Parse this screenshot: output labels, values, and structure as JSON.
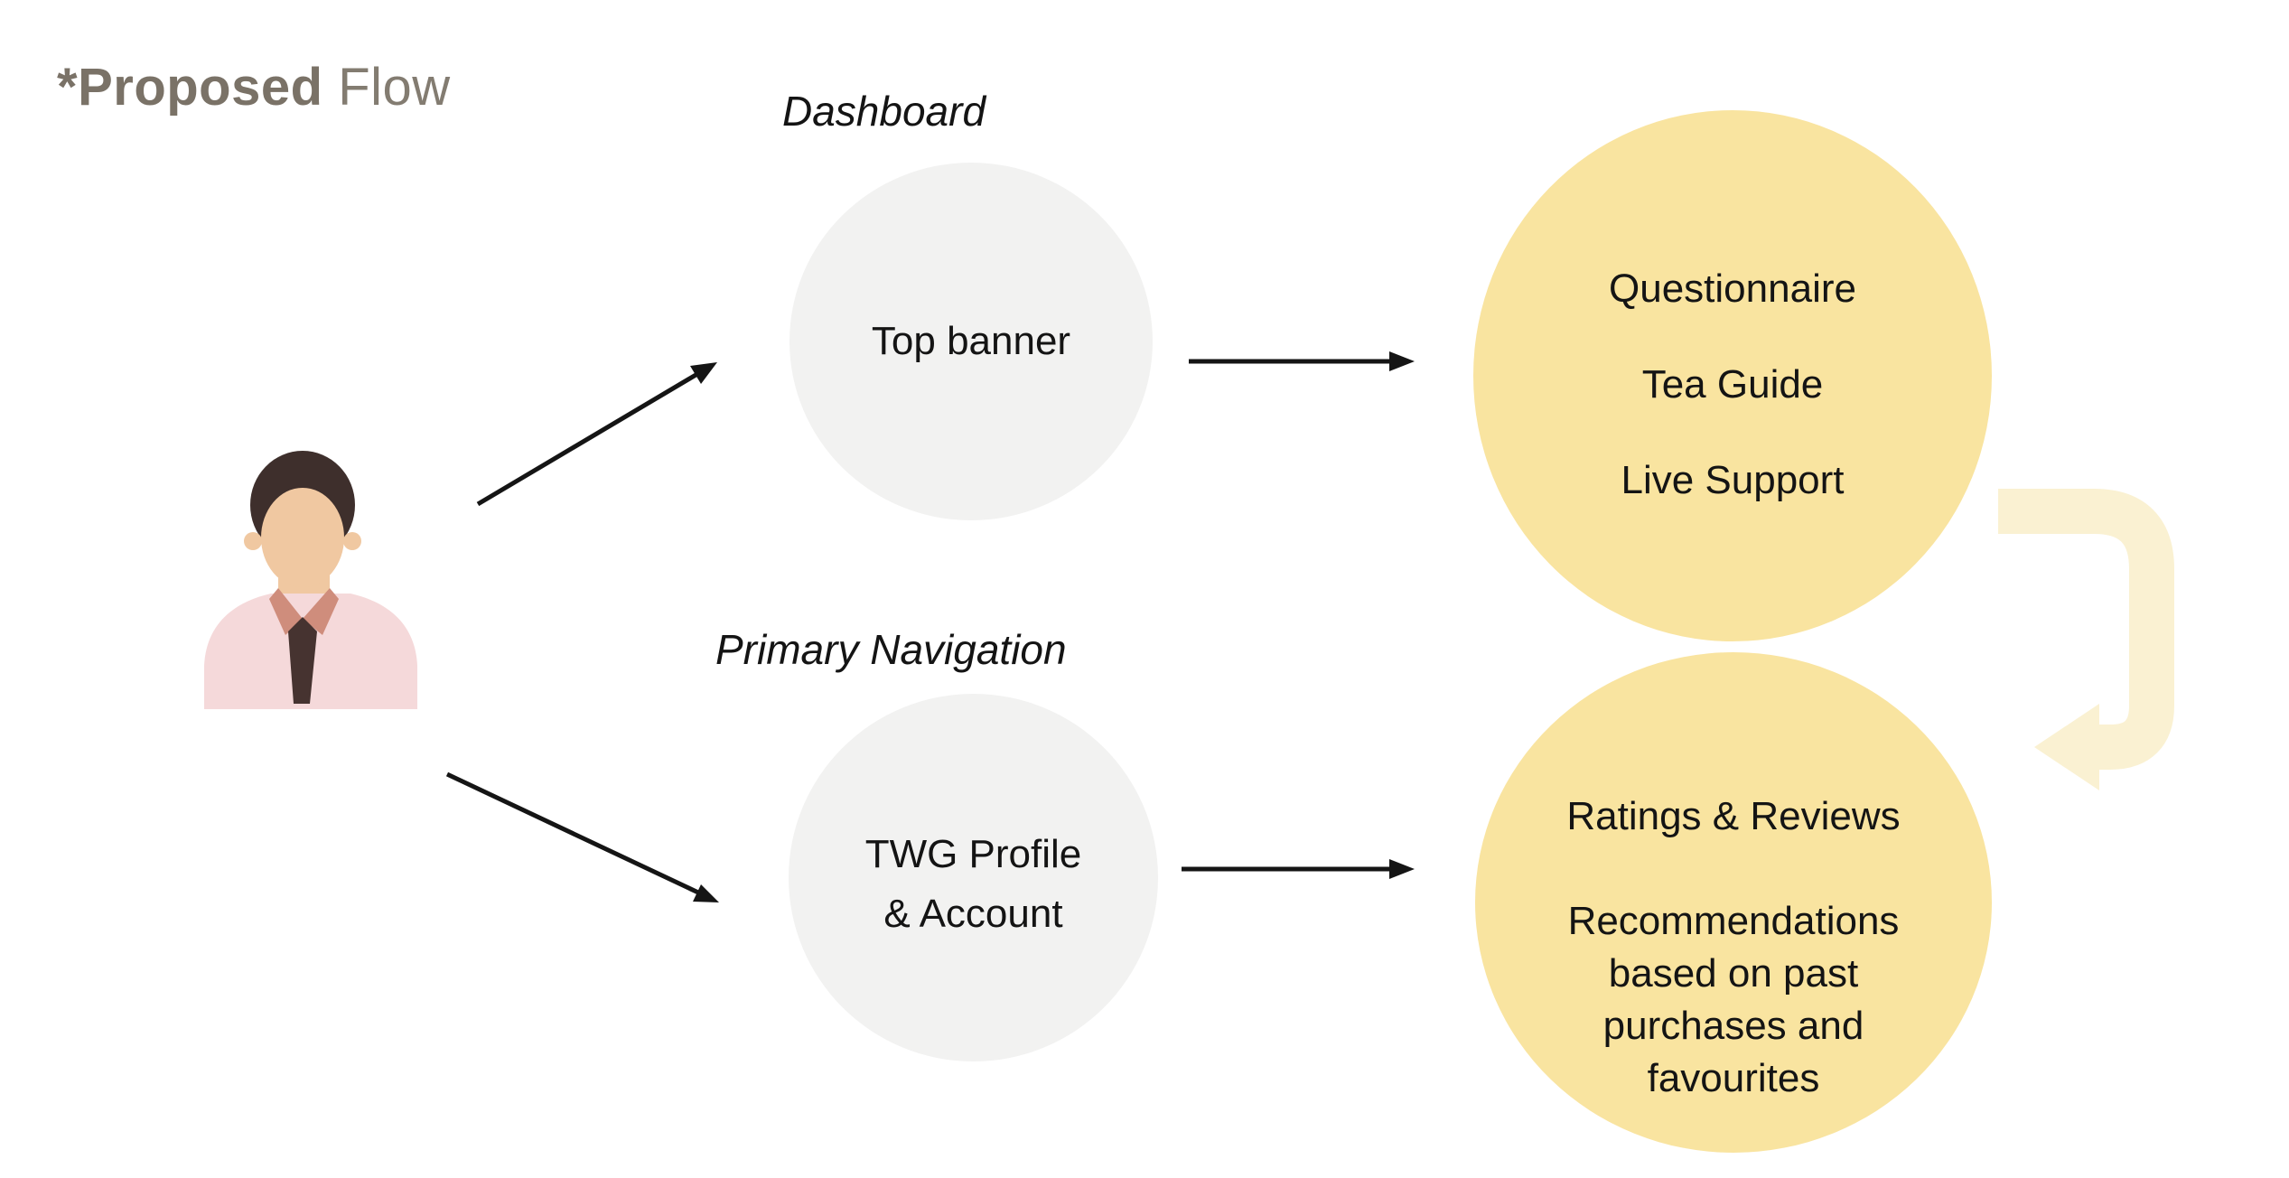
{
  "title": {
    "bold": "*Proposed",
    "regular": "Flow"
  },
  "actor": {
    "icon": "male-user-avatar"
  },
  "stages": {
    "dashboard": {
      "label": "Dashboard",
      "node": "Top banner",
      "features": [
        "Questionnaire",
        "Tea Guide",
        "Live Support"
      ]
    },
    "primary_navigation": {
      "label": "Primary Navigation",
      "node_lines": [
        "TWG Profile",
        "& Account"
      ],
      "features": [
        "Ratings & Reviews",
        "Recommendations based on past purchases and favourites"
      ]
    }
  },
  "icons": {
    "flow_arrow": "right-arrow",
    "loop_arrow": "u-turn-down-left-arrow"
  },
  "colors": {
    "title_text": "#7a7267",
    "node_circle": "#f2f2f1",
    "feature_circle": "#f9e4a0",
    "loop_arrow": "#faf1d2",
    "connector_line": "#151515",
    "body_text": "#141414",
    "background": "#ffffff",
    "avatar_hair": "#3e2f2c",
    "avatar_skin": "#f0c8a1",
    "avatar_shirt": "#f5d9da",
    "avatar_collar": "#cf8d7c",
    "avatar_tie": "#463330"
  }
}
